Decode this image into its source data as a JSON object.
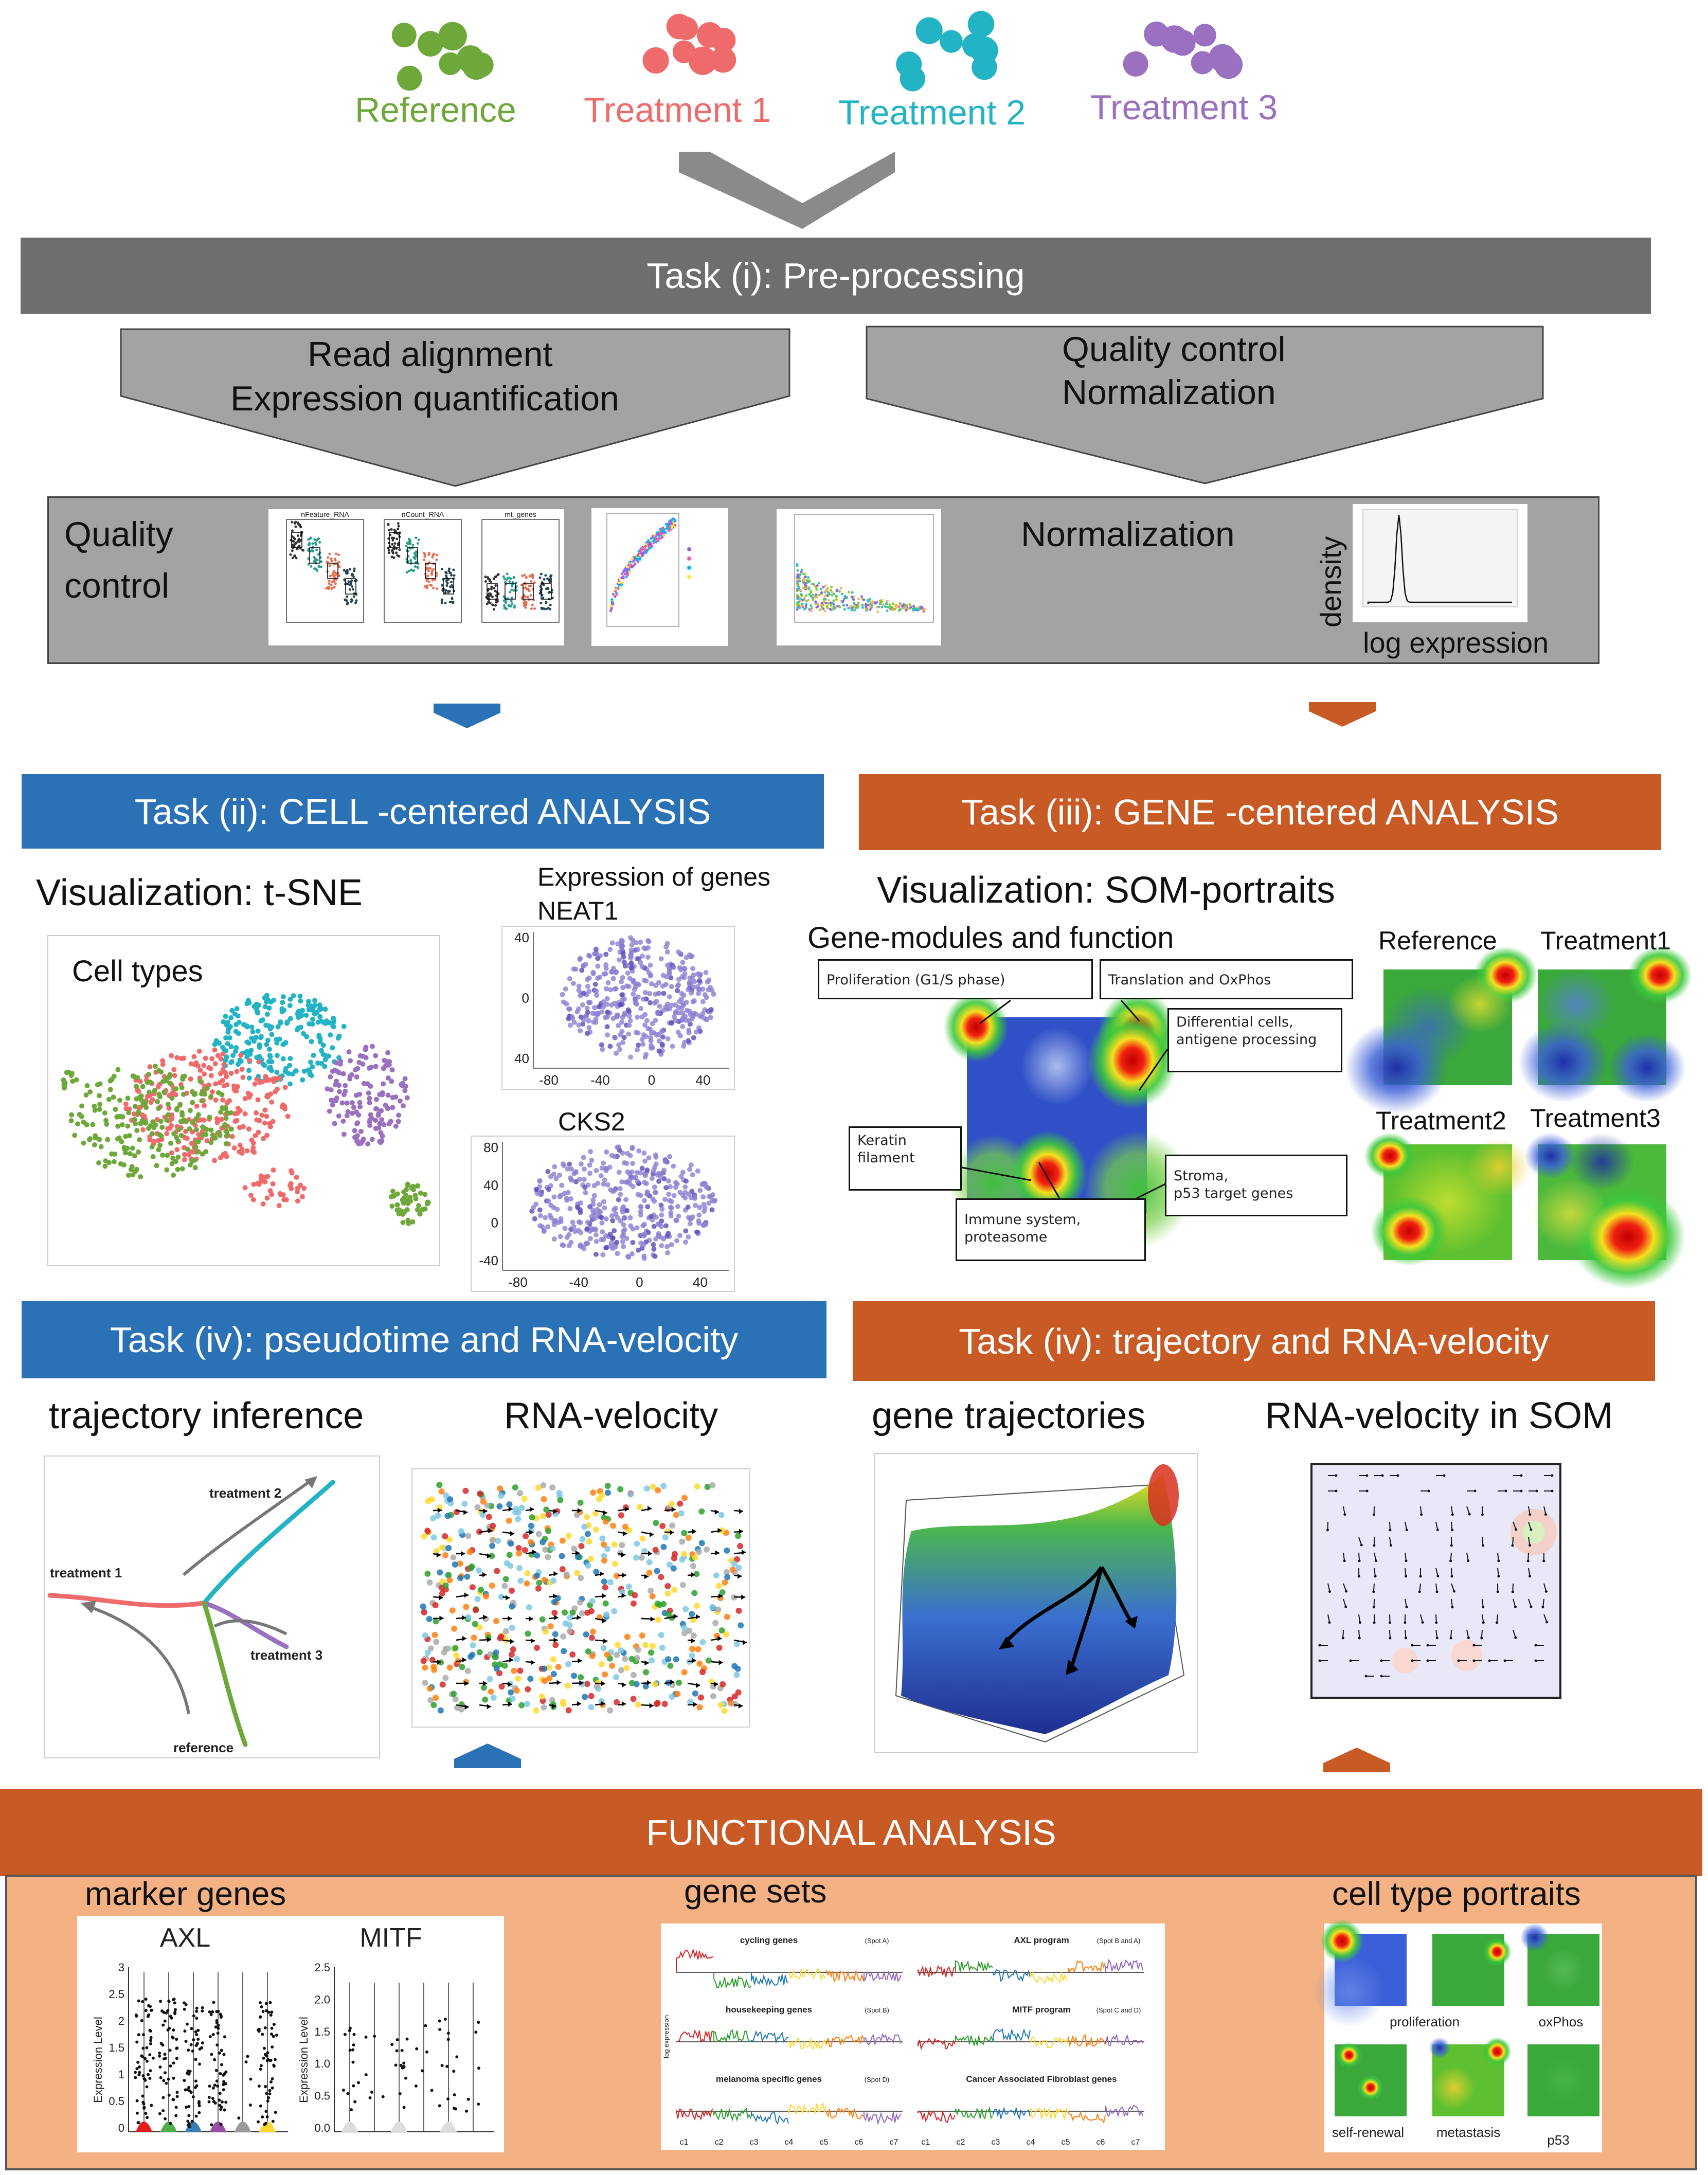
{
  "groups": [
    {
      "label": "Reference",
      "color": "#6ea83a"
    },
    {
      "label": "Treatment 1",
      "color": "#ef6b6b"
    },
    {
      "label": "Treatment 2",
      "color": "#22b3c4"
    },
    {
      "label": "Treatment 3",
      "color": "#9a70c0"
    }
  ],
  "preprocessing": {
    "title": "Task (i): Pre-processing",
    "left_step": [
      "Read alignment",
      "Expression quantification"
    ],
    "right_step": [
      "Quality control",
      "Normalization"
    ],
    "qc_label": [
      "Quality",
      "control"
    ],
    "qc_panel_titles": [
      "nFeature_RNA",
      "nCount_RNA",
      "mt_genes"
    ],
    "norm_label": "Normalization",
    "density_ylabel": "density",
    "density_xlabel": "log expression"
  },
  "cell_analysis": {
    "title": "Task (ii): CELL -centered ANALYSIS",
    "viz_label": "Visualization: t-SNE",
    "celltypes_label": "Cell types",
    "expr_label": [
      "Expression of genes",
      "NEAT1"
    ],
    "gene2_label": "CKS2",
    "tsne_xticks": [
      "-80",
      "-40",
      "0",
      "40"
    ],
    "tsne_yticks": [
      "80",
      "40",
      "0",
      "-40"
    ],
    "tsne_yticks_top": [
      "40",
      "0",
      "40"
    ]
  },
  "gene_analysis": {
    "title": "Task (iii): GENE -centered ANALYSIS",
    "viz_label": "Visualization: SOM-portraits",
    "modules_label": "Gene-modules and function",
    "callouts": [
      "Proliferation (G1/S phase)",
      "Translation and OxPhos",
      "Differential cells,\nantigene processing",
      "Keratin\nfilament",
      "Stroma,\np53 target genes",
      "Immune system,\nproteasome"
    ],
    "portrait_labels": [
      "Reference",
      "Treatment1",
      "Treatment2",
      "Treatment3"
    ]
  },
  "pseudotime": {
    "title": "Task (iv): pseudotime and RNA-velocity",
    "traj_label": "trajectory inference",
    "velo_label": "RNA-velocity",
    "traj_nodes": [
      "treatment 2",
      "treatment 1",
      "treatment 3",
      "reference"
    ]
  },
  "trajectory": {
    "title": "Task (iv): trajectory and RNA-velocity",
    "gene_traj_label": "gene trajectories",
    "som_velo_label": "RNA-velocity in SOM"
  },
  "functional": {
    "title": "FUNCTIONAL ANALYSIS",
    "marker_label": "marker genes",
    "marker_genes": [
      "AXL",
      "MITF"
    ],
    "violin_ylabel": "Expression Level",
    "axl_yticks": [
      "3",
      "2.5",
      "2",
      "1.5",
      "1",
      "0.5",
      "0"
    ],
    "mitf_yticks": [
      "2.5",
      "2.0",
      "1.5",
      "1.0",
      "0.5",
      "0.0"
    ],
    "genesets_label": "gene sets",
    "genesets": [
      {
        "name": "cycling genes",
        "spot": "(Spot A)"
      },
      {
        "name": "AXL program",
        "spot": "(Spot B and A)"
      },
      {
        "name": "housekeeping genes",
        "spot": "(Spot B)"
      },
      {
        "name": "MITF program",
        "spot": "(Spot C and D)"
      },
      {
        "name": "melanoma specific genes",
        "spot": "(Spot D)"
      },
      {
        "name": "Cancer Associated Fibroblast genes",
        "spot": ""
      }
    ],
    "geneset_ylabel": "log expression",
    "geneset_xticks": [
      "c1",
      "c2",
      "c3",
      "c4",
      "c5",
      "c6",
      "c7"
    ],
    "portraits_label": "cell type portraits",
    "portraits": [
      "proliferation",
      "oxPhos",
      "self-renewal",
      "metastasis",
      "p53"
    ]
  }
}
